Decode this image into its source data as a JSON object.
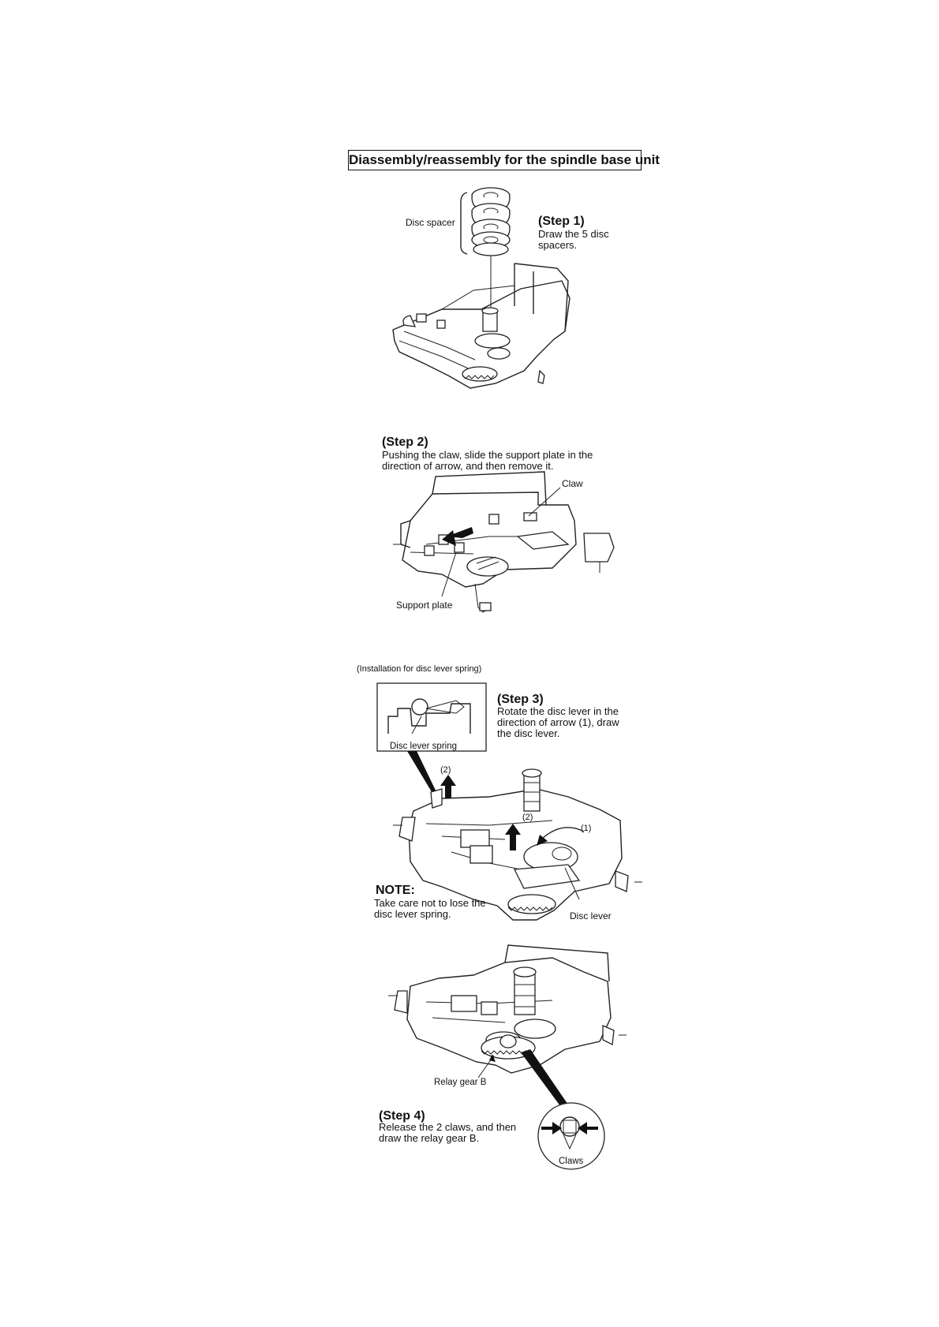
{
  "title": "Diassembly/reassembly for the spindle base unit",
  "step1": {
    "heading": "(Step 1)",
    "lines": [
      "Draw the 5 disc",
      "spacers."
    ],
    "label_disc_spacer": "Disc spacer"
  },
  "step2": {
    "heading": "(Step 2)",
    "lines": [
      "Pushing the claw, slide the support plate in the",
      "direction of arrow, and then remove it."
    ],
    "label_claw": "Claw",
    "label_support_plate": "Support plate"
  },
  "step3": {
    "installation_note": "(Installation for disc lever spring)",
    "inset_label": "Disc lever spring",
    "heading": "(Step 3)",
    "lines": [
      "Rotate the disc lever in the",
      "direction of arrow (1), draw",
      "the disc lever."
    ],
    "arrow_label_2a": "(2)",
    "arrow_label_2b": "(2)",
    "arrow_label_1": "(1)",
    "label_disc_lever": "Disc lever",
    "note_heading": "NOTE:",
    "note_lines": [
      "Take care not to lose the",
      "disc lever spring."
    ]
  },
  "step4": {
    "label_relay_gear": "Relay gear B",
    "heading": "(Step 4)",
    "lines": [
      "Release the 2 claws, and then",
      "draw the relay gear B."
    ],
    "label_claws": "Claws"
  }
}
